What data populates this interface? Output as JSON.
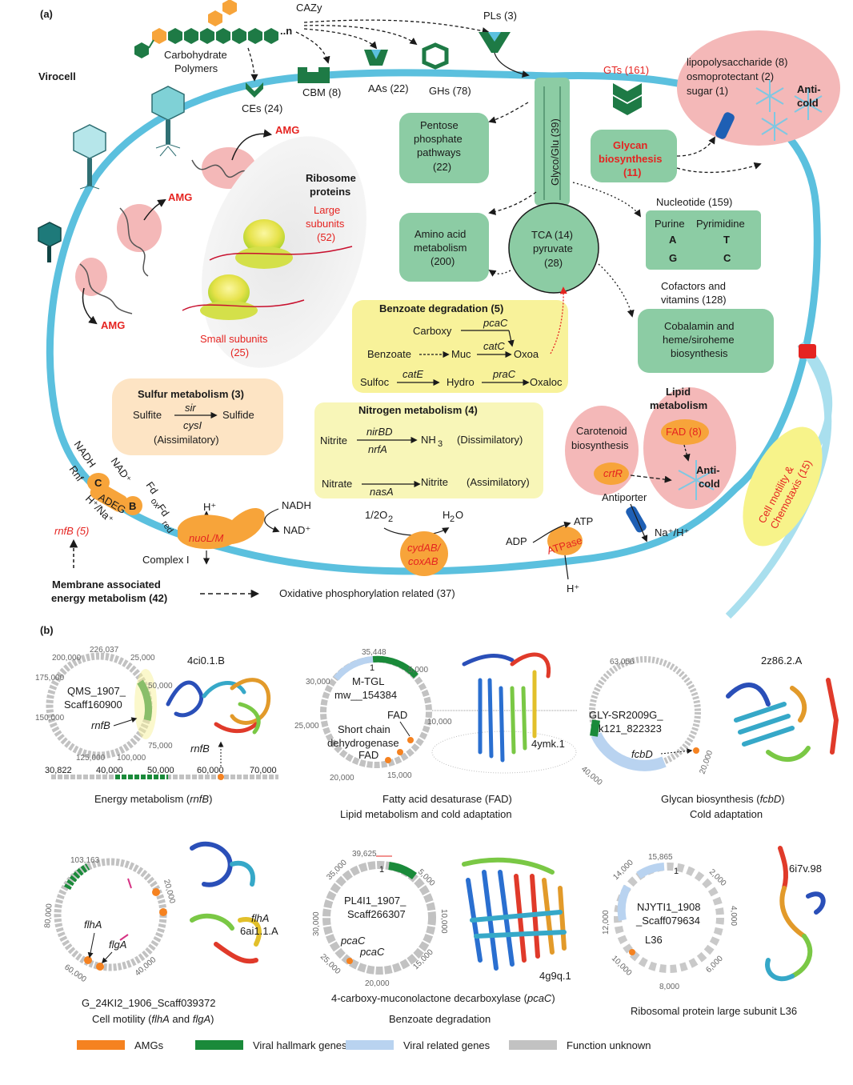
{
  "panel_a": {
    "label": "(a)",
    "virocell": "Virocell",
    "cazy": "CAZy",
    "carbohydrate_polymers": [
      "Carbohydrate",
      "Polymers"
    ],
    "polymer_n": "..n",
    "pls": "PLs (3)",
    "ces": "CEs (24)",
    "cbm": "CBM (8)",
    "aas": "AAs (22)",
    "ghs": "GHs (78)",
    "gts": "GTs (161)",
    "amg": "AMG",
    "ribosome_title": [
      "Ribosome",
      "proteins"
    ],
    "large_subunits": [
      "Large",
      "subunits",
      "(52)"
    ],
    "small_subunits": [
      "Small subunits",
      "(25)"
    ],
    "pentose": [
      "Pentose",
      "phosphate",
      "pathways",
      "(22)"
    ],
    "glyco": "Glyco/Glu (39)",
    "glycan": [
      "Glycan",
      "biosynthesis",
      "(11)"
    ],
    "cold_box": [
      "lipopolysaccharide (8)",
      "osmoprotectant (2)",
      "sugar (1)"
    ],
    "anti_cold": [
      "Anti-",
      "cold"
    ],
    "amino_acid": [
      "Amino acid",
      "metabolism",
      "(200)"
    ],
    "tca": [
      "TCA (14)",
      "pyruvate",
      "(28)"
    ],
    "nucleotide": "Nucleotide (159)",
    "purine": "Purine",
    "pyrimidine": "Pyrimidine",
    "bases": [
      "A",
      "T",
      "G",
      "C"
    ],
    "cofactors": [
      "Cofactors and",
      "vitamins (128)"
    ],
    "cobalamin": [
      "Cobalamin and",
      "heme/siroheme",
      "biosynthesis"
    ],
    "benzoate_title": "Benzoate degradation (5)",
    "benzoate": {
      "carboxy": "Carboxy",
      "pcac": "pcaC",
      "benzoate": "Benzoate",
      "muc": "Muc",
      "cate": "catC",
      "oxoa": "Oxoa",
      "sulfoc": "Sulfoc",
      "cate2": "catE",
      "hydro": "Hydro",
      "prac": "praC",
      "oxaloc": "Oxaloc"
    },
    "sulfur_title": "Sulfur metabolism (3)",
    "sulfur": {
      "sulfite": "Sulfite",
      "sir": "sir",
      "cysi": "cysI",
      "sulfide": "Sulfide",
      "assim": "(Aissimilatory)"
    },
    "nitrogen_title": "Nitrogen metabolism (4)",
    "nitrogen": {
      "nitrite": "Nitrite",
      "nirbd": "nirBD",
      "nrfa": "nrfA",
      "nh3": "NH",
      "nh3_sub": "3",
      "dissim": "(Dissimilatory)",
      "nitrate": "Nitrate",
      "nasa": "nasA",
      "nitrite2": "Nitrite",
      "assim": "(Assimilatory)"
    },
    "lipid": [
      "Lipid",
      "metabolism"
    ],
    "fad": "FAD (8)",
    "carotenoid": [
      "Carotenoid",
      "biosynthesis"
    ],
    "crtr": "crtR",
    "cell_motility": "Cell motility &",
    "chemotaxis": "Chemotaxis (15)",
    "rnf": "Rnf",
    "nadh": "NADH",
    "nad": "NAD⁺",
    "fd_ox": "Fd",
    "fd_ox_sub": "ox",
    "fd_red": "Fd",
    "fd_red_sub": "red",
    "h_na": "H⁺/Na⁺",
    "rnf_c": "C",
    "rnf_adeg": "ADEG",
    "rnf_b": "B",
    "rnfb": "rnfB (5)",
    "h_plus": "H⁺",
    "nuol": "nuoL/M",
    "nadh2": "NADH",
    "nad2": "NAD⁺",
    "complex1": "Complex I",
    "half_o2": "1/2O",
    "half_o2_sub": "2",
    "h2o": "H",
    "h2o_sub": "2",
    "h2o_o": "O",
    "cydab": [
      "cydAB/",
      "coxAB"
    ],
    "adp": "ADP",
    "atp": "ATP",
    "atpase": "ATPase",
    "h_plus2": "H⁺",
    "antiporter": "Antiporter",
    "na_h": "Na⁺/H⁺",
    "membrane_energy": [
      "Membrane associated",
      "energy metabolism (42)"
    ],
    "oxidative": "Oxidative phosphorylation related (37)"
  },
  "panel_b": {
    "label": "(b)",
    "energy": {
      "genome": [
        "QMS_1907_",
        "Scaff160900"
      ],
      "gene": "rnfB",
      "pdb": "4ci0.1.B",
      "ticks": [
        "226,037",
        "200,000",
        "25,000",
        "175,000",
        "50,000",
        "150,000",
        "75,000",
        "125,000",
        "100,000"
      ],
      "linear_ticks": [
        "30,822",
        "40,000",
        "50,000",
        "60,000",
        "70,000"
      ],
      "caption": [
        "Energy metabolism (",
        "rnfB",
        ")"
      ]
    },
    "fad": {
      "genome": [
        "M-TGL",
        "mw__154384"
      ],
      "labels": [
        "FAD",
        "Short chain",
        "dehydrogenase",
        "FAD"
      ],
      "ticks": [
        "35,448",
        "1",
        "5,000",
        "30,000",
        "25,000",
        "10,000",
        "20,000",
        "15,000"
      ],
      "pdb": "4ymk.1",
      "caption": [
        "Fatty acid desaturase (FAD)",
        "Lipid metabolism and cold adaptation"
      ]
    },
    "glycan": {
      "genome": [
        "GLY-SR2009G_",
        "k121_822323"
      ],
      "gene": "fcbD",
      "ticks": [
        "63,056",
        "20,000",
        "40,000"
      ],
      "pdb": "2z86.2.A",
      "caption": [
        "Glycan biosynthesis (",
        "fcbD",
        ")",
        "Cold adaptation"
      ]
    },
    "motility": {
      "genes": [
        "flhA",
        "flgA"
      ],
      "ticks": [
        "103,163",
        "20,000",
        "80,000",
        "40,000",
        "60,000"
      ],
      "pdb_gene": "flhA",
      "pdb": "6ai1.1.A",
      "caption": [
        "G_24KI2_1906_Scaff039372",
        "Cell motility (",
        "flhA",
        " and ",
        "flgA",
        ")"
      ]
    },
    "benzoate": {
      "genome": [
        "PL4I1_1907_",
        "Scaff266307"
      ],
      "genes": [
        "pcaC",
        "pcaC"
      ],
      "ticks": [
        "39,625",
        "1",
        "35,000",
        "5,000",
        "30,000",
        "10,000",
        "25,000",
        "15,000",
        "20,000"
      ],
      "pdb": "4g9q.1",
      "caption": [
        "4-carboxy-muconolactone decarboxylase (",
        "pcaC",
        ")",
        "Benzoate degradation"
      ]
    },
    "ribosomal": {
      "genome": [
        "NJYTI1_1908",
        "_Scaff079634"
      ],
      "gene": "L36",
      "ticks": [
        "15,865",
        "1",
        "14,000",
        "2,000",
        "12,000",
        "4,000",
        "10,000",
        "6,000",
        "8,000"
      ],
      "pdb": "6i7v.98",
      "caption": [
        "Ribosomal protein large subunit L36"
      ]
    }
  },
  "legend": [
    {
      "label": "AMGs",
      "color": "#f58220"
    },
    {
      "label": "Viral hallmark genes",
      "color": "#1a8a3a"
    },
    {
      "label": "Viral related genes",
      "color": "#b9d3f0"
    },
    {
      "label": "Function unknown",
      "color": "#c2c2c2"
    }
  ],
  "colors": {
    "membrane": "#5bc0de",
    "green_box": "#8ccca4",
    "dark_green": "#1e7a45",
    "yellow": "#f8f29a",
    "orange": "#f7a43a",
    "pink": "#f4b8b8",
    "red": "#e52421"
  }
}
